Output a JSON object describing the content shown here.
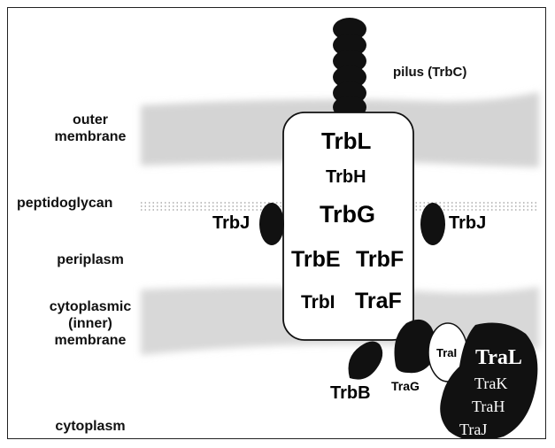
{
  "labels": {
    "outer_membrane": "outer\nmembrane",
    "peptidoglycan": "peptidoglycan",
    "periplasm": "periplasm",
    "cytoplasmic": "cytoplasmic\n(inner)\nmembrane",
    "cytoplasm": "cytoplasm",
    "pilus": "pilus  (TrbC)"
  },
  "proteins": {
    "TrbL": "TrbL",
    "TrbH": "TrbH",
    "TrbG": "TrbG",
    "TrbE": "TrbE",
    "TrbF": "TrbF",
    "TrbI": "TrbI",
    "TraF": "TraF",
    "TrbJ_left": "TrbJ",
    "TrbJ_right": "TrbJ",
    "TrbB": "TrbB",
    "TraG": "TraG",
    "TraI": "TraI",
    "TraL": "TraL",
    "TraK": "TraK",
    "TraH": "TraH",
    "TraJ": "TraJ"
  },
  "colors": {
    "ink": "#111111",
    "membrane": "#d6d6d6",
    "background": "#ffffff"
  }
}
